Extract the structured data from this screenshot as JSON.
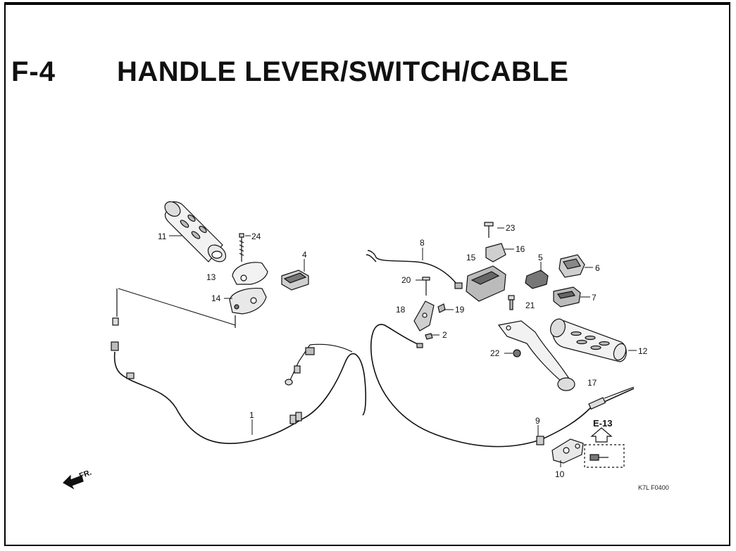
{
  "header": {
    "section_code": "F-4",
    "title": "HANDLE LEVER/SWITCH/CABLE"
  },
  "parts": [
    {
      "id": "1",
      "label": "1"
    },
    {
      "id": "2",
      "label": "2"
    },
    {
      "id": "4",
      "label": "4"
    },
    {
      "id": "5",
      "label": "5"
    },
    {
      "id": "6",
      "label": "6"
    },
    {
      "id": "7",
      "label": "7"
    },
    {
      "id": "8",
      "label": "8"
    },
    {
      "id": "9",
      "label": "9"
    },
    {
      "id": "10",
      "label": "10"
    },
    {
      "id": "11",
      "label": "11"
    },
    {
      "id": "12",
      "label": "12"
    },
    {
      "id": "13",
      "label": "13"
    },
    {
      "id": "14",
      "label": "14"
    },
    {
      "id": "15",
      "label": "15"
    },
    {
      "id": "16",
      "label": "16"
    },
    {
      "id": "17",
      "label": "17"
    },
    {
      "id": "18",
      "label": "18"
    },
    {
      "id": "19",
      "label": "19"
    },
    {
      "id": "20",
      "label": "20"
    },
    {
      "id": "21",
      "label": "21"
    },
    {
      "id": "22",
      "label": "22"
    },
    {
      "id": "23",
      "label": "23"
    },
    {
      "id": "24",
      "label": "24"
    }
  ],
  "reference": {
    "label": "E-13"
  },
  "direction": {
    "label": "FR."
  },
  "drawing_code": "K7L F0400",
  "colors": {
    "line": "#111111",
    "fill_light": "#f2f2f2",
    "fill_dark": "#555555"
  }
}
